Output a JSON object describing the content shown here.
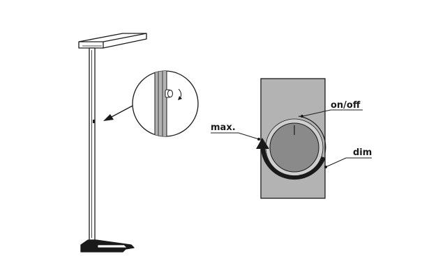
{
  "labels": {
    "on_off": "on/off",
    "max": "max.",
    "dim": "dim"
  },
  "icons": {
    "lamp": "floor-lamp-icon",
    "zoom": "magnifier-detail-icon",
    "dimmer": "rotary-dimmer-icon",
    "direction": "curved-arrow-icon"
  },
  "colors": {
    "line": "#1a1a1a",
    "panel": "#b3b3b3",
    "knob": "#8a8a8a",
    "arrow": "#1a1a1a"
  }
}
